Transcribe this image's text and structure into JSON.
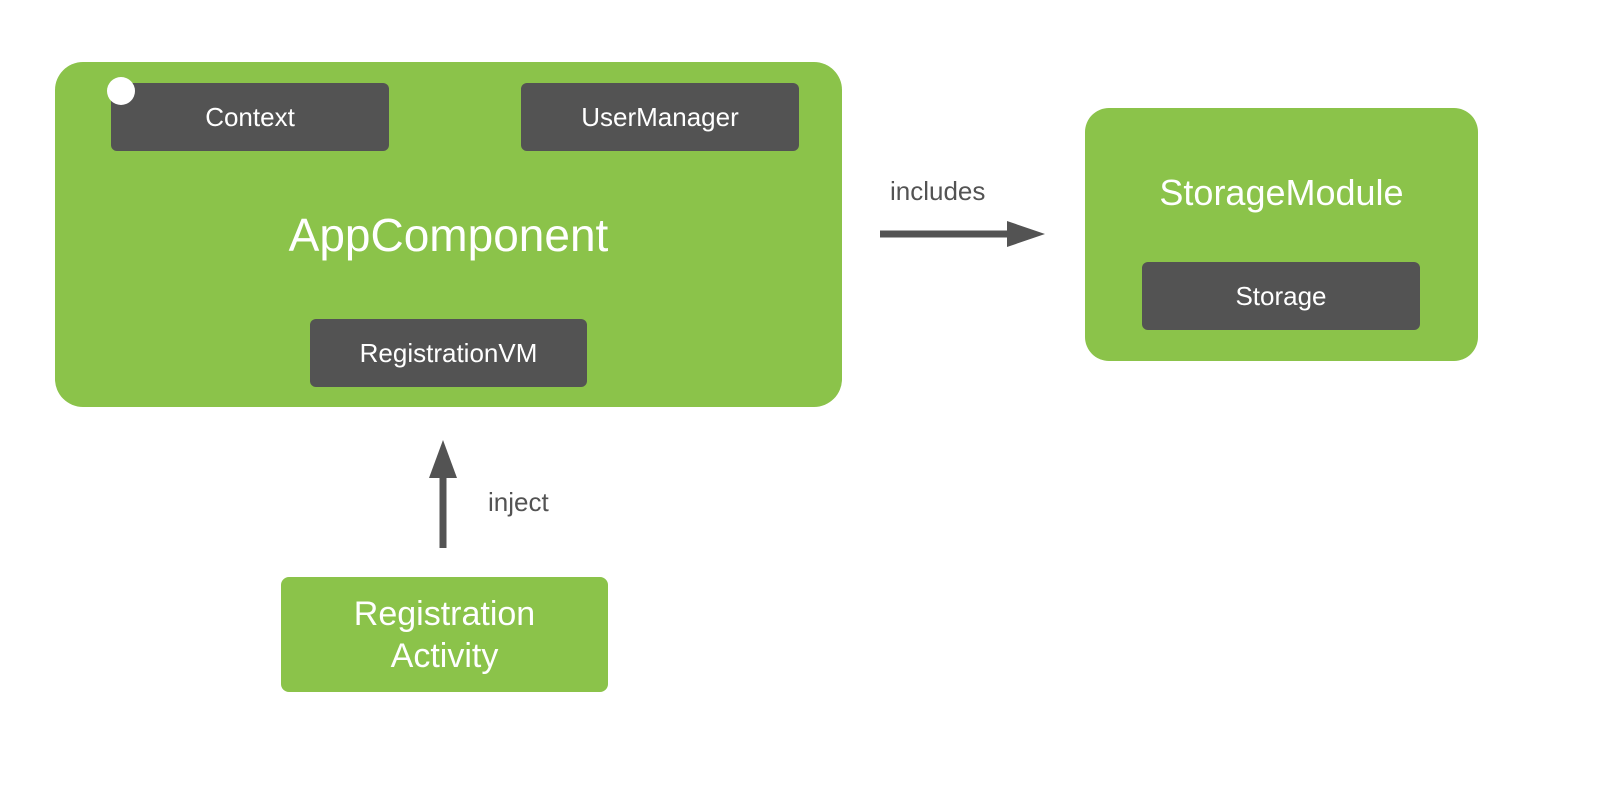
{
  "colors": {
    "component": "#8bc34a",
    "binding": "#535353",
    "arrow": "#535353"
  },
  "app_component": {
    "title": "AppComponent",
    "bindings": [
      "Context",
      "UserManager",
      "RegistrationVM"
    ]
  },
  "storage_module": {
    "title": "StorageModule",
    "bindings": [
      "Storage"
    ]
  },
  "registration_activity": {
    "line1": "Registration",
    "line2": "Activity"
  },
  "edges": {
    "includes": "includes",
    "inject": "inject"
  }
}
